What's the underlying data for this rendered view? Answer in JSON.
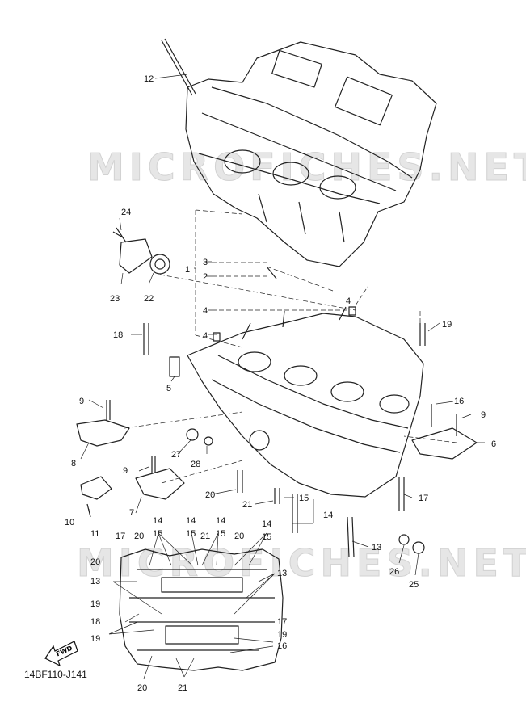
{
  "watermarks": [
    "MICROFICHES.NET",
    "MICROFICHES.NET"
  ],
  "diagram_ref": "14BF110-J141",
  "fwd_label": "FWD",
  "callouts": [
    "12",
    "24",
    "23",
    "22",
    "3",
    "2",
    "1",
    "4",
    "4",
    "4",
    "18",
    "19",
    "5",
    "9",
    "16",
    "9",
    "6",
    "8",
    "27",
    "28",
    "9",
    "7",
    "20",
    "21",
    "15",
    "14",
    "17",
    "10",
    "11",
    "13",
    "25",
    "26",
    "14",
    "14",
    "14",
    "14",
    "15",
    "15",
    "15",
    "15",
    "17",
    "20",
    "21",
    "20",
    "20",
    "13",
    "13",
    "19",
    "18",
    "19",
    "17",
    "19",
    "16",
    "20",
    "21"
  ]
}
